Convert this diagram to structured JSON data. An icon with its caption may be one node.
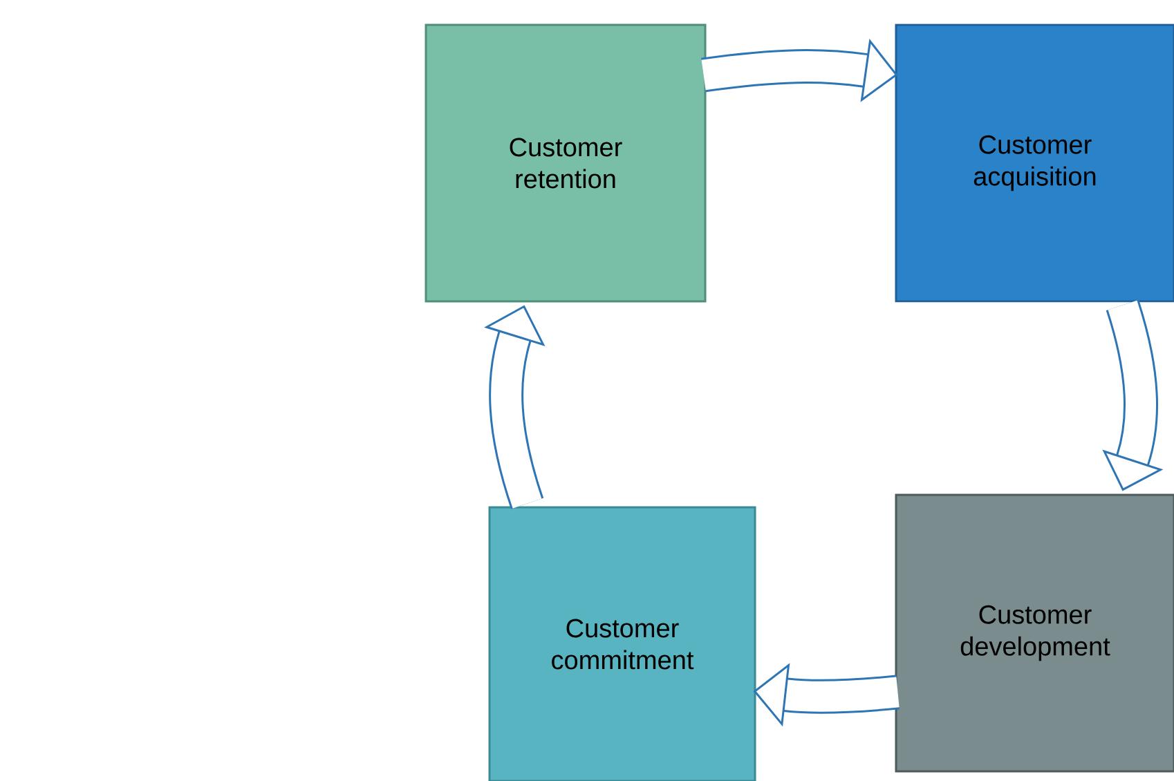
{
  "diagram": {
    "nodes": [
      {
        "text": [
          "Customer retention"
        ]
      },
      {
        "text": [
          "Customer acquisition"
        ]
      },
      {
        "text": [
          "Customer commitment"
        ]
      },
      {
        "text": [
          "Customer development"
        ]
      }
    ],
    "edges": [
      {
        "from": 0,
        "to": 1,
        "arrow": "to"
      },
      {
        "from": 1,
        "to": 3,
        "arrow": "to"
      },
      {
        "from": 3,
        "to": 2,
        "arrow": "to"
      },
      {
        "from": 2,
        "to": 0,
        "arrow": "to"
      }
    ]
  }
}
